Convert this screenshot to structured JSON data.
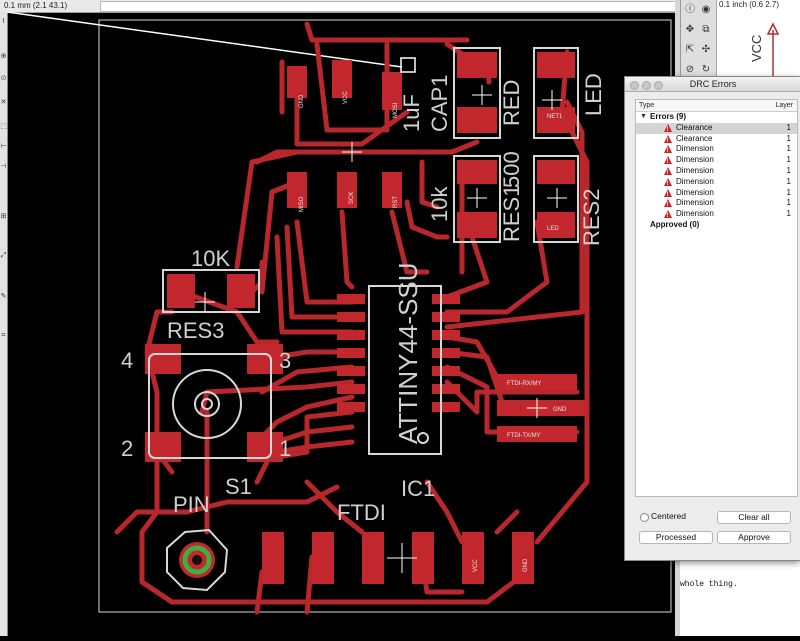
{
  "toolbar": {
    "coord_readout": "0.1 mm (2.1 43.1)"
  },
  "left_tools": [
    "I",
    "⊕",
    "⊙",
    "✕",
    "⬚",
    "⊢",
    "⊣",
    "⊞",
    "⤢",
    "✎",
    "⌗"
  ],
  "right_panel": {
    "coord_readout": "0.1 inch (0.6 2.7)",
    "schematic_label": "VCC",
    "text_snippet": "whole thing."
  },
  "pcb": {
    "labels": {
      "res3_value": "10K",
      "res3_name": "RES3",
      "ic1_name": "IC1",
      "ic1_value": "ATTINY44-SSU",
      "s1_name": "S1",
      "pin_name": "PIN",
      "ftdi_name": "FTDI",
      "res1_value": "10k",
      "res1_name": "RES1",
      "res2_value": "500",
      "res2_name": "RES2",
      "led_name": "LED",
      "red_name": "RED",
      "ic_label": "CAP1",
      "cap1_name": "1uF",
      "switch_pin_4": "4",
      "switch_pin_3": "3",
      "switch_pin_2": "2",
      "switch_pin_1": "1",
      "pin_s1": "S1",
      "ftdi_gnd": "GND",
      "ftdi_vcc": "VCC"
    },
    "pad_labels": {
      "gnd": "GND",
      "vcc": "VCC",
      "mosi": "MOSI",
      "miso": "MISO",
      "sck": "SCK",
      "rst": "RST",
      "net1": "NET1",
      "led": "LED",
      "ftdi_rx": "FTDI-RX/MY",
      "ftdi_tx": "FTDI-TX/MY",
      "gnd2": "GND"
    }
  },
  "drc_dialog": {
    "title": "DRC Errors",
    "columns": {
      "type": "Type",
      "layer": "Layer"
    },
    "errors_group": "Errors (9)",
    "approved_group": "Approved (0)",
    "errors": [
      {
        "type": "Clearance",
        "layer": "1",
        "selected": true
      },
      {
        "type": "Clearance",
        "layer": "1",
        "selected": false
      },
      {
        "type": "Dimension",
        "layer": "1",
        "selected": false
      },
      {
        "type": "Dimension",
        "layer": "1",
        "selected": false
      },
      {
        "type": "Dimension",
        "layer": "1",
        "selected": false
      },
      {
        "type": "Dimension",
        "layer": "1",
        "selected": false
      },
      {
        "type": "Dimension",
        "layer": "1",
        "selected": false
      },
      {
        "type": "Dimension",
        "layer": "1",
        "selected": false
      },
      {
        "type": "Dimension",
        "layer": "1",
        "selected": false
      }
    ],
    "centered_label": "Centered",
    "buttons": {
      "clear_all": "Clear all",
      "processed": "Processed",
      "approve": "Approve"
    }
  },
  "colors": {
    "copper": "#b8272c",
    "pad": "#c1272d",
    "outline": "#d8d8d8",
    "background": "#000000",
    "drc_warning": "#d02020"
  }
}
